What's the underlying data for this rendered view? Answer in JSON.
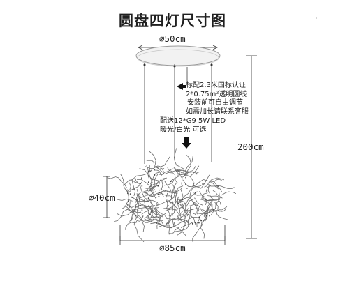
{
  "title": "圆盘四灯尺寸图",
  "dimensions": {
    "top_diameter": "⌀50cm",
    "height": "200cm",
    "cluster_diameter": "⌀40cm",
    "bottom_width": "⌀85cm"
  },
  "notes": {
    "cable": [
      "标配2.3米国标认证",
      "2*0.75m²透明圆线",
      "安装前可自由调节",
      "如需加长请联系客服"
    ],
    "bulbs": [
      "配送12*G9 5W LED",
      "暖光/白光 可选"
    ]
  },
  "colors": {
    "line": "#333333",
    "canopy": "#bfbfbf",
    "branch": "#6a6a6a"
  }
}
